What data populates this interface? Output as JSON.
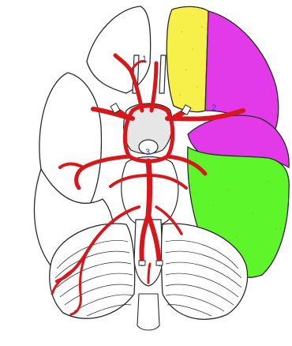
{
  "labels": {
    "l1": "1",
    "l2": "2",
    "l3": "3"
  },
  "colors": {
    "frontal_region": "#f7f04a",
    "temporal_region": "#e23ae8",
    "occipital_region": "#5ef52a",
    "artery": "#d6181c",
    "outline": "#2a2a2a",
    "label": "#2b3fd6"
  }
}
